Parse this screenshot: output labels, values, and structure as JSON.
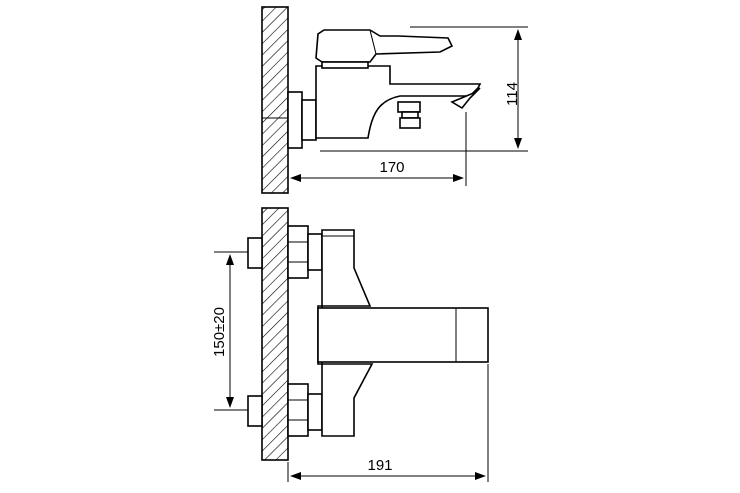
{
  "dimensions": {
    "side_height": "114",
    "side_reach": "170",
    "front_spacing": "150±20",
    "front_reach": "191"
  }
}
